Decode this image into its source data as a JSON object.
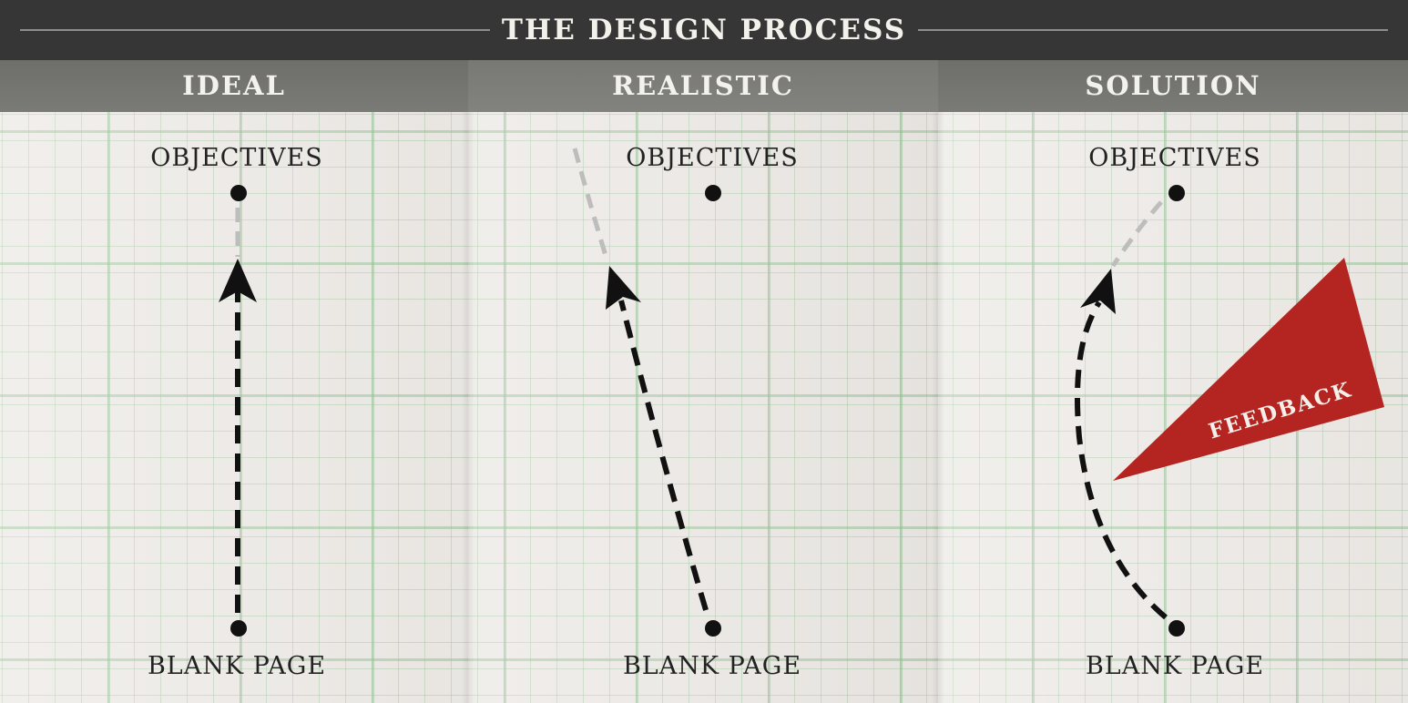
{
  "title": "THE DESIGN PROCESS",
  "columns": [
    {
      "heading": "IDEAL",
      "top_label": "OBJECTIVES",
      "bottom_label": "BLANK PAGE"
    },
    {
      "heading": "REALISTIC",
      "top_label": "OBJECTIVES",
      "bottom_label": "BLANK PAGE"
    },
    {
      "heading": "SOLUTION",
      "top_label": "OBJECTIVES",
      "bottom_label": "BLANK PAGE"
    }
  ],
  "feedback": {
    "label": "FEEDBACK",
    "color": "#b42420"
  },
  "colors": {
    "title_bar": "#363636",
    "header_strip": "#74746f",
    "grid_line": "#9cc79c",
    "path": "#111111",
    "path_faded": "#b8b8b8"
  }
}
